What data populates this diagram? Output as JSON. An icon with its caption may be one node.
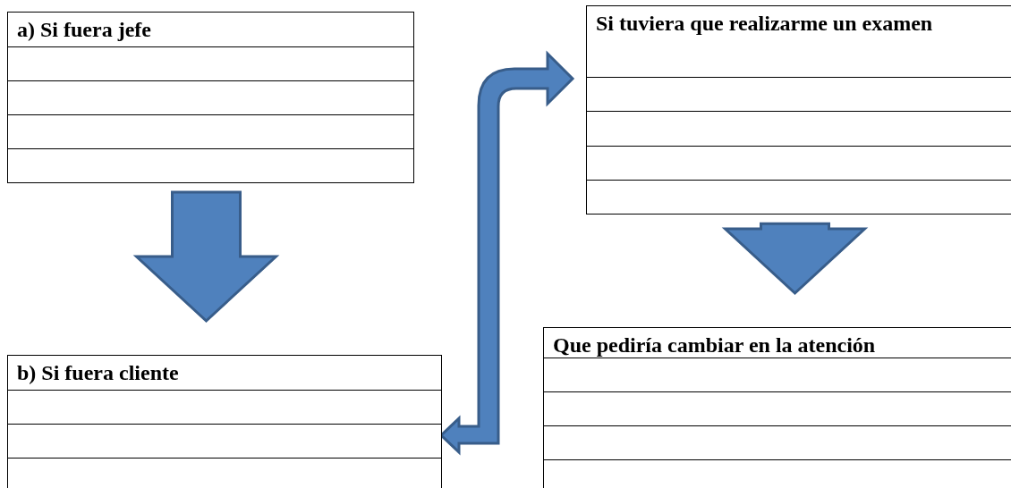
{
  "diagram": {
    "nodes": [
      {
        "text": [
          "a) Si fuera jefe"
        ]
      },
      {
        "text": [
          "Si tuviera que realizarme un examen"
        ]
      },
      {
        "text": [
          "b) Si fuera cliente"
        ]
      },
      {
        "text": [
          "Que pediría cambiar en la atención"
        ]
      }
    ],
    "edges": [
      {
        "from": 0,
        "to": 2,
        "arrow": "to"
      },
      {
        "from": 2,
        "to": 1,
        "arrow": "both"
      },
      {
        "from": 1,
        "to": 3,
        "arrow": "to"
      }
    ]
  }
}
